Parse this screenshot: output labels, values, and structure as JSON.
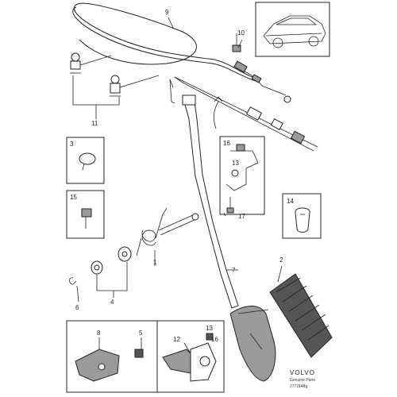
{
  "diagram": {
    "callouts": {
      "c1": "1",
      "c2": "2",
      "c3": "3",
      "c4": "4",
      "c5": "5",
      "c6": "6",
      "c7": "7",
      "c8": "8",
      "c9": "9",
      "c10": "10",
      "c11": "11",
      "c12": "12",
      "c13a": "13",
      "c13b": "13",
      "c14": "14",
      "c15": "15",
      "c16a": "16",
      "c16b": "16",
      "c17": "17"
    },
    "brand": {
      "name": "VOLVO",
      "line1": "Genuine Parts",
      "line2": "2772148g"
    }
  }
}
